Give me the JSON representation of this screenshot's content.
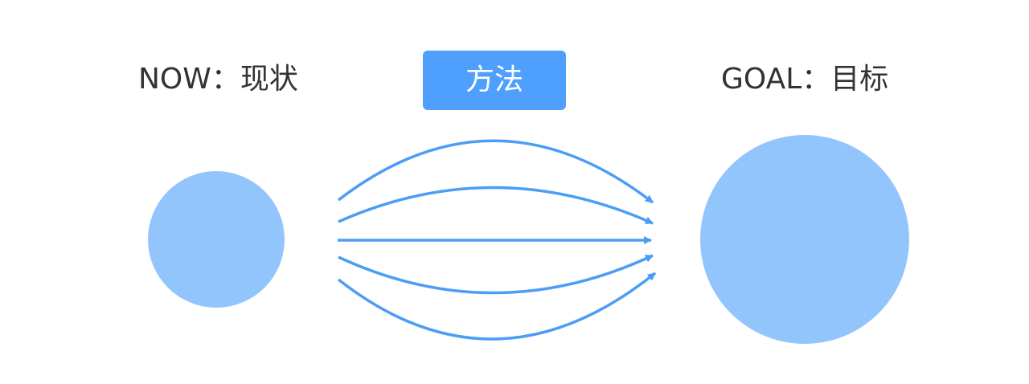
{
  "now": {
    "label": "NOW：现状"
  },
  "method": {
    "label": "方法"
  },
  "goal": {
    "label": "GOAL：目标"
  },
  "colors": {
    "circle_fill": "#93c5fd",
    "arrow_stroke": "#4b9df5",
    "method_box_fill": "#4e9ffe",
    "text": "#333333"
  },
  "arrows": {
    "count": 5
  }
}
